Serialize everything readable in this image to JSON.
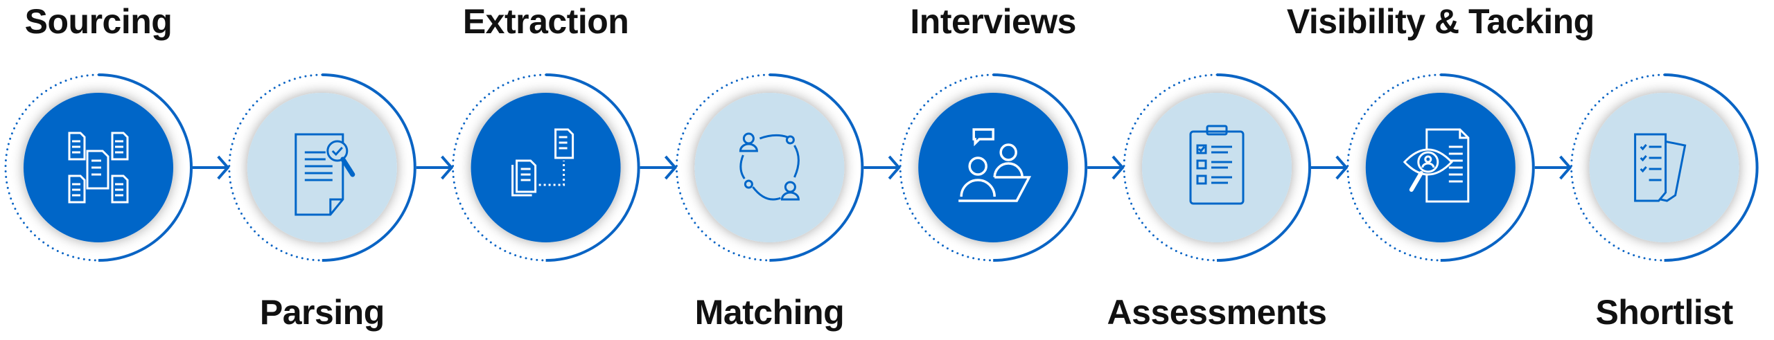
{
  "colors": {
    "dark": "#0066c8",
    "light": "#c9e0ee",
    "ring": "#0a64c4"
  },
  "steps": [
    {
      "label": "Sourcing",
      "position": "top",
      "style": "dark",
      "icon": "documents-network-icon"
    },
    {
      "label": "Parsing",
      "position": "bottom",
      "style": "light",
      "icon": "document-search-check-icon"
    },
    {
      "label": "Extraction",
      "position": "top",
      "style": "dark",
      "icon": "documents-transfer-icon"
    },
    {
      "label": "Matching",
      "position": "bottom",
      "style": "light",
      "icon": "users-connection-icon"
    },
    {
      "label": "Interviews",
      "position": "top",
      "style": "dark",
      "icon": "interview-chat-icon"
    },
    {
      "label": "Assessments",
      "position": "bottom",
      "style": "light",
      "icon": "clipboard-checklist-icon"
    },
    {
      "label": "Visibility & Tacking",
      "position": "top",
      "style": "dark",
      "icon": "eye-document-icon"
    },
    {
      "label": "Shortlist",
      "position": "bottom",
      "style": "light",
      "icon": "checklist-documents-icon"
    }
  ]
}
